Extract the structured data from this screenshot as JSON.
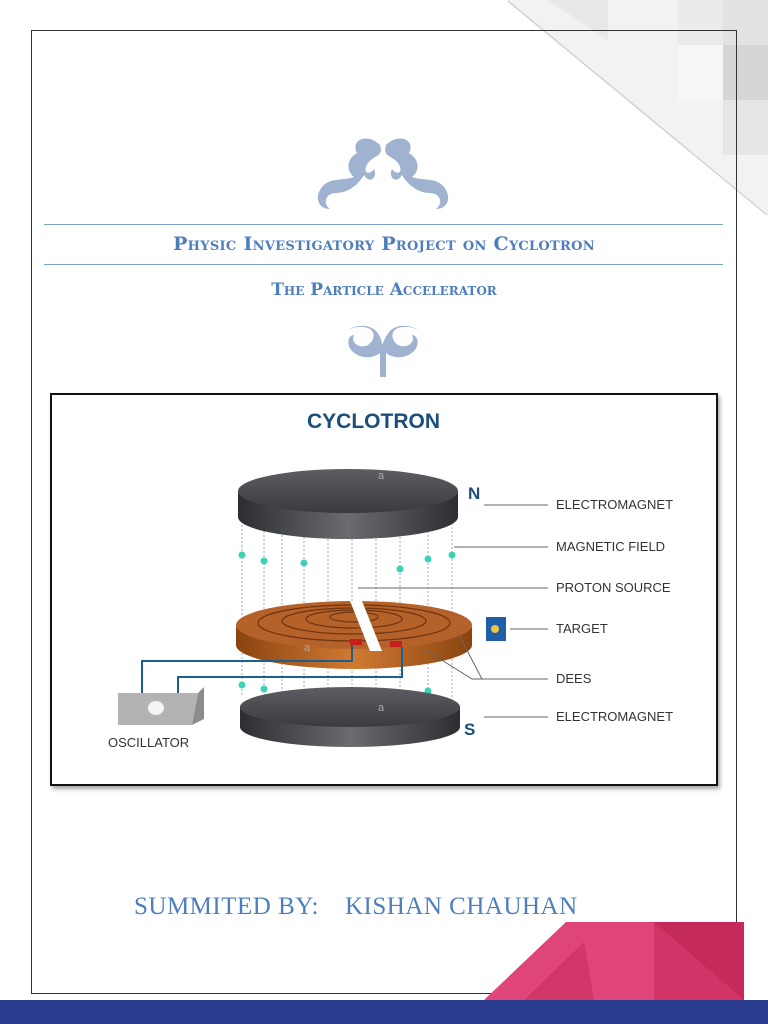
{
  "cover": {
    "title": "Physic Investigatory Project on Cyclotron",
    "subtitle": "The Particle Accelerator",
    "submitted_by_label": "SUMMITED BY:",
    "author": "KISHAN CHAUHAN"
  },
  "figure": {
    "title": "CYCLOTRON",
    "pole_north": "N",
    "pole_south": "S",
    "watermark": "a",
    "labels": {
      "electromagnet_top": "ELECTROMAGNET",
      "magnetic_field": "MAGNETIC FIELD",
      "proton_source": "PROTON SOURCE",
      "target": "TARGET",
      "dees": "DEES",
      "electromagnet_bottom": "ELECTROMAGNET",
      "oscillator": "OSCILLATOR"
    }
  },
  "colors": {
    "accent_blue": "#4d7ec0",
    "bottom_bar": "#2a3d8f",
    "pink": "#e0457a",
    "crimson": "#c42a5a"
  }
}
